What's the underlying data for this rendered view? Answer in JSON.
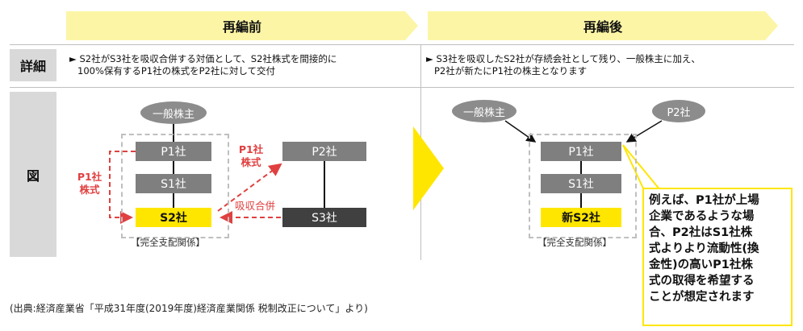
{
  "headers": {
    "before": "再編前",
    "after": "再編後"
  },
  "row_labels": {
    "detail": "詳細",
    "diagram": "図"
  },
  "details": {
    "before": [
      "► S2社がS3社を吸収合併する対価として、S2社株式を間接的に",
      "100%保有するP1社の株式をP2社に対して交付"
    ],
    "after": [
      "► S3社を吸収したS2社が存続会社として残り、一般株主に加え、",
      "P2社が新たにP1社の株主となります"
    ]
  },
  "before_diagram": {
    "shareholder": "一般株主",
    "p1": "P1社",
    "s1": "S1社",
    "s2": "S2社",
    "p2": "P2社",
    "s3": "S3社",
    "left_label": [
      "P1社",
      "株式"
    ],
    "right_label": [
      "P1社",
      "株式"
    ],
    "merger": "吸収合併",
    "group_caption": "【完全支配関係】"
  },
  "after_diagram": {
    "shareholder": "一般株主",
    "p2": "P2社",
    "p1": "P1社",
    "s1": "S1社",
    "s2": "新S2社",
    "group_caption": "【完全支配関係】"
  },
  "callout": [
    "例えば、P1社が上場",
    "企業であるような場",
    "合、P2社はS1社株",
    "式よりより流動性(換",
    "金性)の高いP1社株",
    "式の取得を希望する",
    "ことが想定されます"
  ],
  "source": "(出典:経済産業省「平成31年度(2019年度)経済産業関係 税制改正について」より)",
  "colors": {
    "header_bg": "#fcf5a5",
    "accent": "#ffe600",
    "box_grey": "#7f7f7f",
    "box_dark": "#404040",
    "red": "#e04040"
  }
}
